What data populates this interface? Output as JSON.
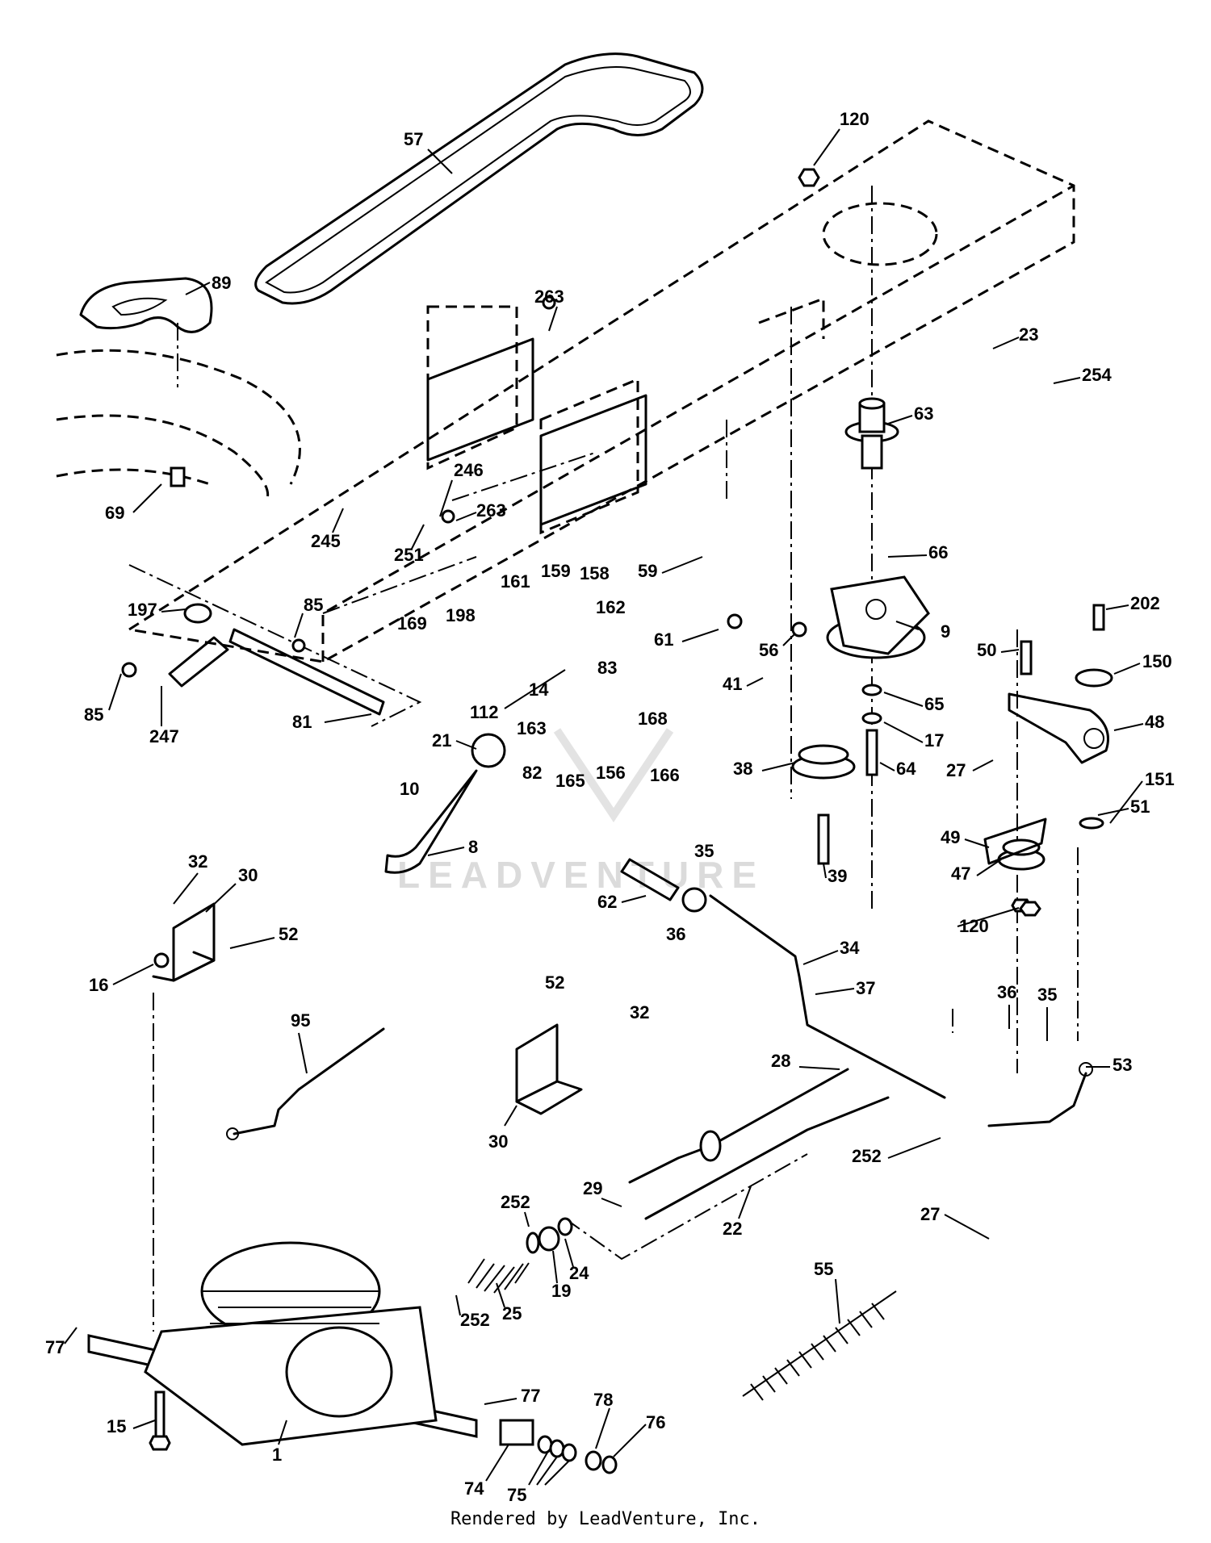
{
  "diagram": {
    "watermark": "LEADVENTURE",
    "footer": "Rendered by LeadVenture, Inc.",
    "callouts": [
      "57",
      "120",
      "89",
      "263",
      "23",
      "254",
      "63",
      "246",
      "263",
      "245",
      "69",
      "251",
      "66",
      "59",
      "197",
      "85",
      "161",
      "159",
      "158",
      "162",
      "198",
      "169",
      "9",
      "202",
      "61",
      "56",
      "50",
      "150",
      "41",
      "83",
      "65",
      "112",
      "14",
      "48",
      "85",
      "81",
      "247",
      "163",
      "168",
      "17",
      "21",
      "38",
      "64",
      "27",
      "151",
      "82",
      "166",
      "156",
      "165",
      "51",
      "10",
      "49",
      "39",
      "8",
      "35",
      "47",
      "32",
      "30",
      "62",
      "36",
      "120",
      "52",
      "16",
      "34",
      "52",
      "37",
      "36",
      "35",
      "95",
      "32",
      "53",
      "28",
      "30",
      "252",
      "27",
      "29",
      "252",
      "22",
      "24",
      "19",
      "55",
      "25",
      "252",
      "77",
      "77",
      "15",
      "78",
      "76",
      "1",
      "74",
      "75"
    ]
  }
}
